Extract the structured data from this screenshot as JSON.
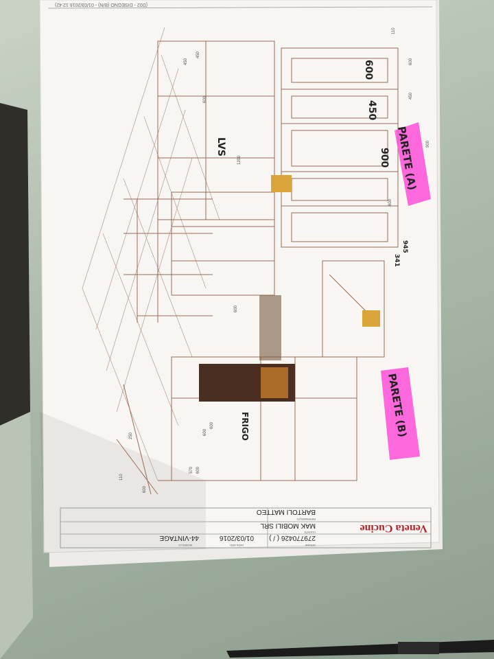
{
  "sheet": {
    "header_line": "(D02 - DISEGNO (B/N) - 01/03/2016 12:42)",
    "brand": "Veneta Cucine",
    "title_block": {
      "order_label": "ORDINE",
      "order_value": "279770426 ( / )",
      "date_label": "DATA ORD.",
      "date_value": "01/03/2016",
      "model_label": "MODELLO",
      "model_value": "44-VINTAGE",
      "client_label": "CLIENTE",
      "client_value": "MAK MOBILI SRL",
      "reference_label": "RIFERIMENTO",
      "reference_value": "BARTOLI MATTEO"
    }
  },
  "handwritten": {
    "wall_a": "PARETE (A)",
    "wall_b": "PARETE (B)",
    "dim_600": "600",
    "dim_450": "450",
    "dim_900": "900",
    "sink": "LVS",
    "fridge": "FRIGO",
    "dim_945": "945",
    "dim_341": "341"
  },
  "printed_dimensions": [
    "110",
    "600",
    "450",
    "900",
    "600",
    "945",
    "341",
    "450",
    "600",
    "1200",
    "600",
    "600",
    "600",
    "600",
    "570",
    "110",
    "600",
    "450",
    "250"
  ],
  "colors": {
    "background": "#a9b7a8",
    "paper": "#f7f6f3",
    "drawing_lines": "#9a6a55",
    "highlighter": "#ff4fd8",
    "brand_red": "#b0262a"
  }
}
